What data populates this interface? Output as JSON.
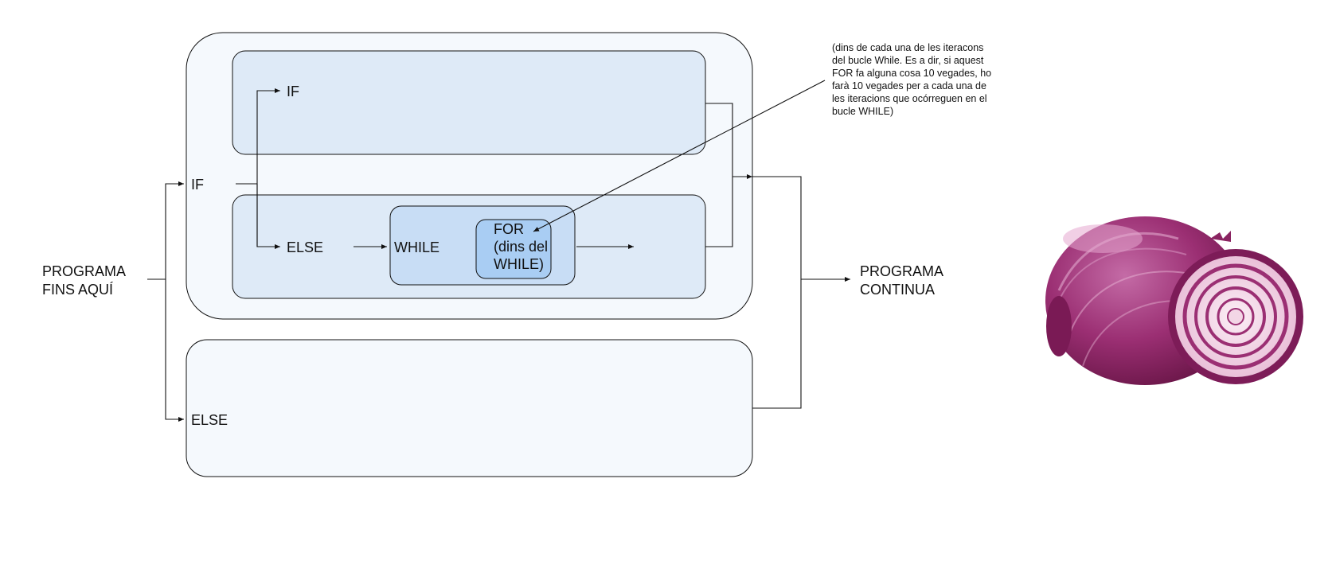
{
  "labels": {
    "start_line1": "PROGRAMA",
    "start_line2": "FINS AQUÍ",
    "end_line1": "PROGRAMA",
    "end_line2": "CONTINUA",
    "outer_if": "IF",
    "outer_else": "ELSE",
    "inner_if": "IF",
    "inner_else": "ELSE",
    "while": "WHILE",
    "for_line1": "FOR",
    "for_line2": "(dins del",
    "for_line3": "WHILE)"
  },
  "annotation": {
    "lines": [
      "(dins de cada una de les iteracons",
      "del bucle While. Es a dir, si aquest",
      "FOR fa alguna cosa 10 vegades, ho",
      "farà 10 vegades per a cada una de",
      "les iteracions que ocórreguen en el",
      "bucle WHILE)"
    ]
  },
  "colors": {
    "outer_box_fill": "#f5f9fd",
    "inner_box_fill": "#deeaf7",
    "while_box_fill": "#c8ddf5",
    "for_box_fill": "#a9cdf3",
    "stroke": "#111111"
  },
  "image": {
    "name": "red-onion-illustration"
  }
}
